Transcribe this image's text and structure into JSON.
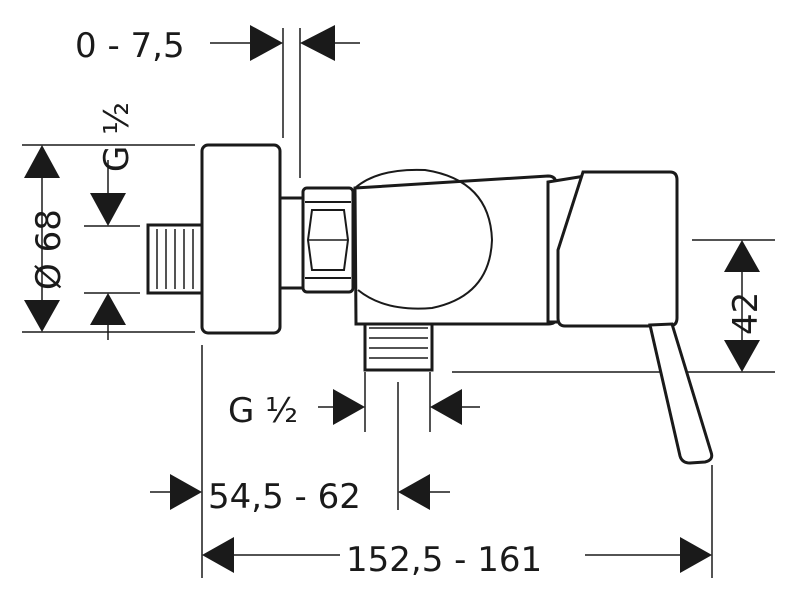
{
  "drawing": {
    "dims": {
      "top_offset": "0 - 7,5",
      "left_thread": "G ½",
      "diameter": "Ø 68",
      "height": "42",
      "bottom_thread": "G ½",
      "depth": "54,5 - 62",
      "overall_width": "152,5 - 161"
    }
  }
}
